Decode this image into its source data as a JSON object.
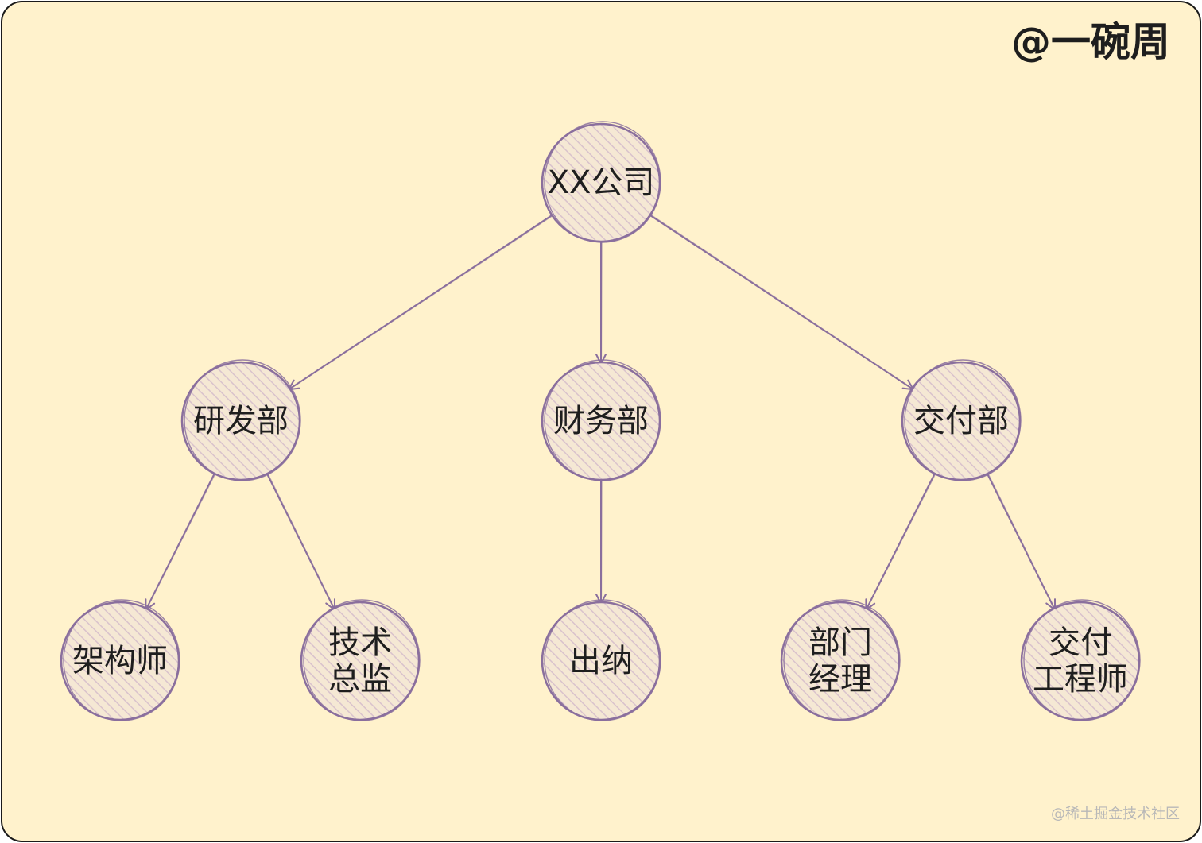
{
  "author_mark": "@一碗周",
  "watermark": "@稀土掘金技术社区",
  "colors": {
    "background": "#fff2cc",
    "stroke": "#8a6f9d",
    "text": "#1e1e1e"
  },
  "nodes": [
    {
      "id": "company",
      "lines": [
        "XX公司"
      ]
    },
    {
      "id": "rd",
      "lines": [
        "研发部"
      ]
    },
    {
      "id": "finance",
      "lines": [
        "财务部"
      ]
    },
    {
      "id": "delivery",
      "lines": [
        "交付部"
      ]
    },
    {
      "id": "architect",
      "lines": [
        "架构师"
      ]
    },
    {
      "id": "tech-director",
      "lines": [
        "技术",
        "总监"
      ]
    },
    {
      "id": "cashier",
      "lines": [
        "出纳"
      ]
    },
    {
      "id": "dept-manager",
      "lines": [
        "部门",
        "经理"
      ]
    },
    {
      "id": "delivery-engineer",
      "lines": [
        "交付",
        "工程师"
      ]
    }
  ],
  "edges": [
    {
      "from": "company",
      "to": "rd"
    },
    {
      "from": "company",
      "to": "finance"
    },
    {
      "from": "company",
      "to": "delivery"
    },
    {
      "from": "rd",
      "to": "architect"
    },
    {
      "from": "rd",
      "to": "tech-director"
    },
    {
      "from": "finance",
      "to": "cashier"
    },
    {
      "from": "delivery",
      "to": "dept-manager"
    },
    {
      "from": "delivery",
      "to": "delivery-engineer"
    }
  ]
}
